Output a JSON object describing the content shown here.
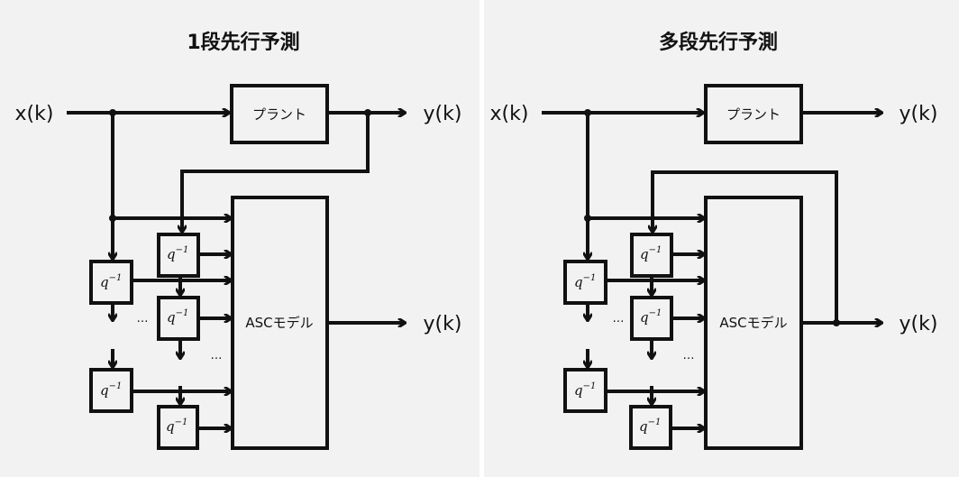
{
  "panels": [
    {
      "title": "1段先行予測",
      "input_label": "x(k)",
      "plant_label": "プラント",
      "plant_output_label": "y(k)",
      "model_label": "ASCモデル",
      "model_output_label": "y(k)",
      "delay_label": "q",
      "delay_exponent": "−1",
      "ellipsis": "…",
      "feedback_source": "plant-output"
    },
    {
      "title": "多段先行予測",
      "input_label": "x(k)",
      "plant_label": "プラント",
      "plant_output_label": "y(k)",
      "model_label": "ASCモデル",
      "model_output_label": "y(k)",
      "delay_label": "q",
      "delay_exponent": "−1",
      "ellipsis": "…",
      "feedback_source": "model-output"
    }
  ]
}
